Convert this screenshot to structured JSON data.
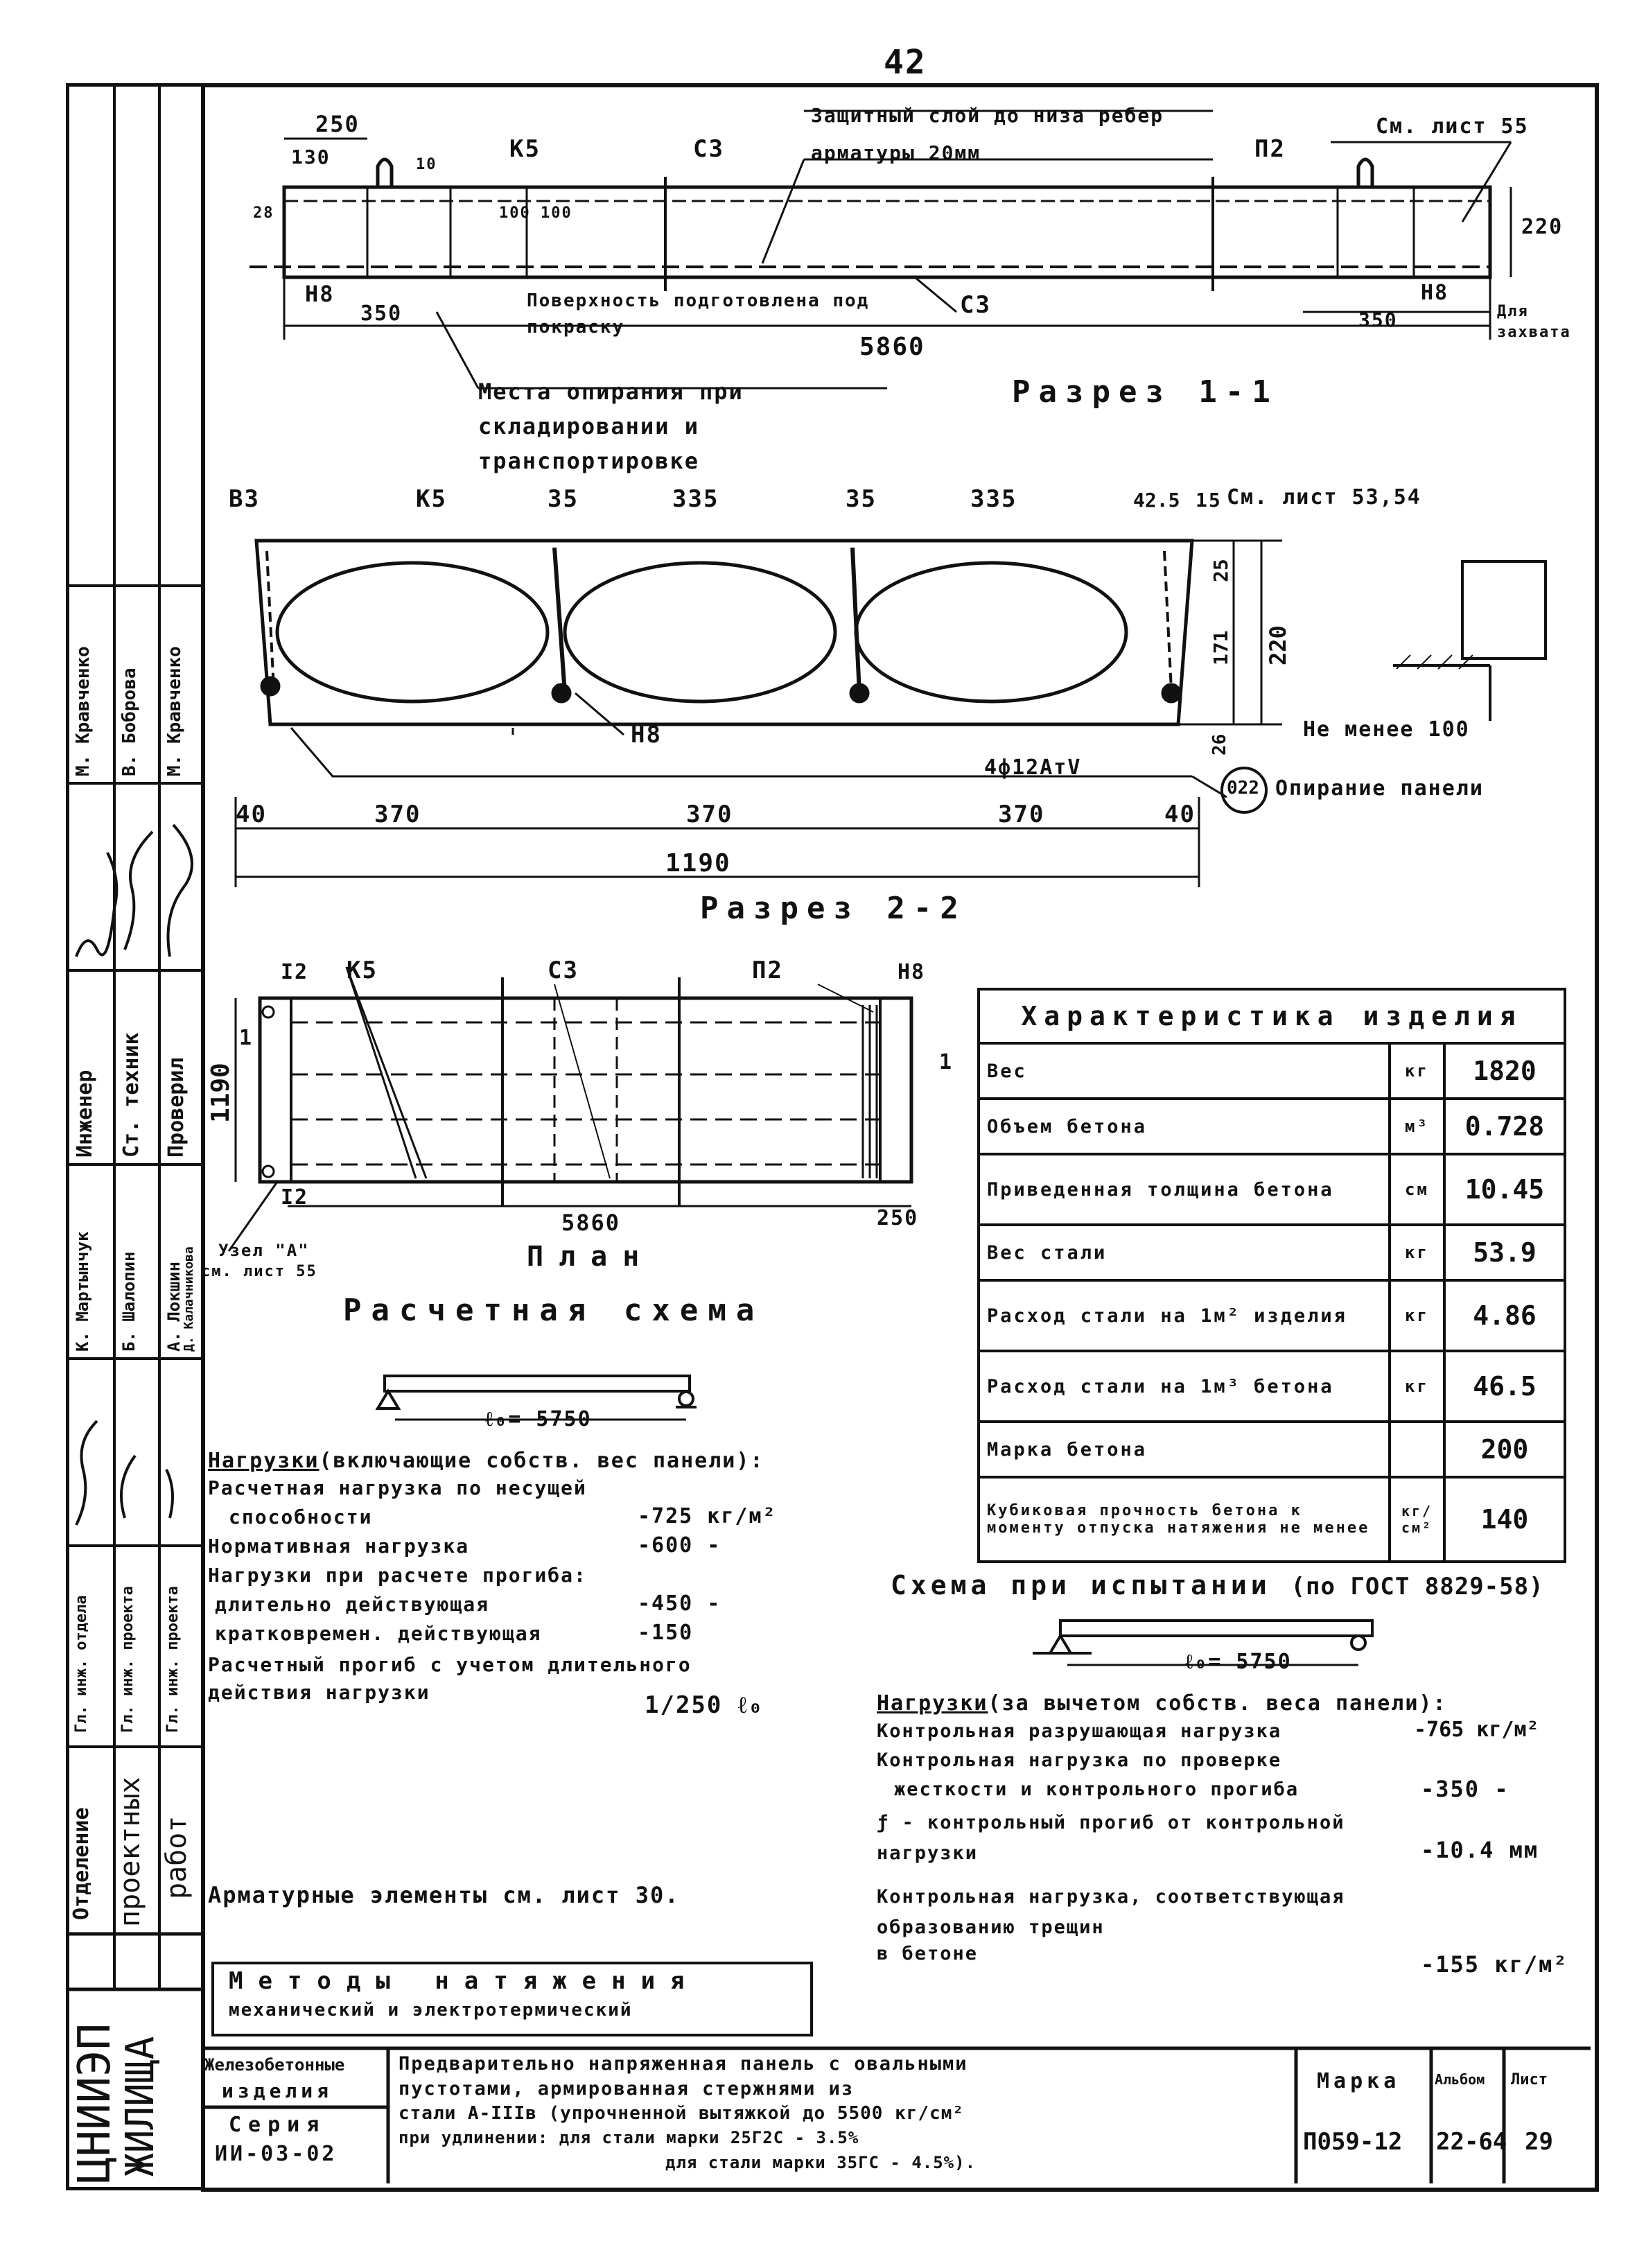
{
  "page_number": "42",
  "section1": {
    "title": "Разрез 1-1",
    "protective_layer": "Защитный слой до низа ребер арматуры 20мм",
    "see_sheet_55": "См. лист 55",
    "surface_note": "Поверхность подготовлена под покраску",
    "support_note": "Места опирания при складировании и транспортировке",
    "grip_note": "Для захвата",
    "labels": {
      "k5": "К5",
      "c3_top": "С3",
      "p2": "П2",
      "n8_left": "Н8",
      "n8_right": "Н8",
      "c3_bottom": "С3"
    },
    "dims": {
      "d250": "250",
      "d130": "130",
      "d10": "10",
      "d28": "28",
      "d100_1": "100",
      "d100_2": "100",
      "d350_left": "350",
      "d350_right": "350",
      "d5860": "5860",
      "d220": "220"
    }
  },
  "section2": {
    "title": "Разрез 2-2",
    "see_sheet": "См. лист 53,54",
    "labels": {
      "b3": "В3",
      "k5": "К5",
      "n8": "Н8",
      "rebar": "4ф12АтV",
      "circle": "022"
    },
    "dims": {
      "d35a": "35",
      "d335a": "335",
      "d35b": "35",
      "d335b": "335",
      "d42": "42.5",
      "d15": "15",
      "d40a": "40",
      "d370a": "370",
      "d370b": "370",
      "d370c": "370",
      "d40b": "40",
      "d1190": "1190",
      "d25": "25",
      "d171": "171",
      "d220": "220",
      "d26": "26"
    },
    "support_caption": "Опирание панели",
    "support_min": "Не менее 100"
  },
  "plan": {
    "title": "План",
    "labels": {
      "i2_top": "I2",
      "k5": "К5",
      "c3": "С3",
      "p2": "П2",
      "n8": "Н8",
      "i2_bottom": "I2",
      "i1_left": "1",
      "i1_right": "1"
    },
    "dims": {
      "d1190": "1190",
      "d5860": "5860",
      "d250": "250"
    },
    "node": "Узел \"А\"",
    "node_sheet": "см. лист 55"
  },
  "calc_scheme": {
    "title": "Расчетная схема",
    "span": "ℓ₀= 5750"
  },
  "loads": {
    "heading": "Нагрузки",
    "heading_note": "(включающие собств. вес панели):",
    "rows": [
      {
        "label": "Расчетная нагрузка по несущей",
        "value": ""
      },
      {
        "label": "способности",
        "value": "-725 кг/м²"
      },
      {
        "label": "Нормативная нагрузка",
        "value": "-600 -"
      },
      {
        "label": "Нагрузки при расчете прогиба:",
        "value": ""
      },
      {
        "label": "длительно действующая",
        "value": "-450 -"
      },
      {
        "label": "кратковремен. действующая",
        "value": "-150"
      },
      {
        "label": "Расчетный прогиб с учетом длительного действия нагрузки",
        "value": "1/250 ℓ₀"
      }
    ]
  },
  "reinforcement_note": "Арматурные элементы см. лист 30.",
  "methods": {
    "line1": "Методы натяжения",
    "line2": "механический и электротермический"
  },
  "characteristics": {
    "title": "Характеристика изделия",
    "rows": [
      {
        "label": "Вес",
        "unit": "кг",
        "value": "1820"
      },
      {
        "label": "Объем бетона",
        "unit": "м³",
        "value": "0.728"
      },
      {
        "label": "Приведенная толщина бетона",
        "unit": "см",
        "value": "10.45"
      },
      {
        "label": "Вес стали",
        "unit": "кг",
        "value": "53.9"
      },
      {
        "label": "Расход стали на 1м² изделия",
        "unit": "кг",
        "value": "4.86"
      },
      {
        "label": "Расход стали на 1м³ бетона",
        "unit": "кг",
        "value": "46.5"
      },
      {
        "label": "Марка бетона",
        "unit": "",
        "value": "200"
      },
      {
        "label": "Кубиковая прочность бетона к моменту отпуска натяжения не менее",
        "unit": "кг/см²",
        "value": "140"
      }
    ]
  },
  "test_scheme": {
    "title": "Схема при испытании",
    "gost": "(по ГОСТ 8829-58)",
    "span": "ℓ₀= 5750",
    "heading": "Нагрузки",
    "heading_note": "(за вычетом собств. веса панели):",
    "rows": [
      {
        "label": "Контрольная разрушающая нагрузка",
        "value": "-765 кг/м²"
      },
      {
        "label": "Контрольная нагрузка по проверке",
        "value": ""
      },
      {
        "label": "жесткости и контрольного прогиба",
        "value": "-350 -"
      },
      {
        "label": "ƒ - контрольный прогиб от контрольной нагрузки",
        "value": "-10.4 мм"
      },
      {
        "label": "Контрольная нагрузка, соответствующая образованию трещин",
        "value": ""
      },
      {
        "label": "в бетоне",
        "value": "-155 кг/м²"
      }
    ]
  },
  "title_block": {
    "org1": "ЦНИИЭП",
    "org2": "ЖИЛИЩА",
    "dept1": "Отделение",
    "dept2": "проектных",
    "dept3": "работ",
    "category1": "Железобетонные",
    "category2": "изделия",
    "series_label": "Серия",
    "series": "ИИ-03-02",
    "description_lines": [
      "Предварительно напряженная панель с овальными",
      "пустотами, армированная стержнями из",
      "стали А-IIIв (упрочненной вытяжкой до 5500 кг/см²",
      "при удлинении: для стали марки 25Г2С - 3.5%",
      "для стали марки 35ГС - 4.5%)."
    ],
    "mark_label": "Марка",
    "mark": "П059-12",
    "album_label": "Альбом",
    "album": "22-64",
    "sheet_label": "Лист",
    "sheet": "29"
  },
  "staff": {
    "roles": [
      "Гл. инж. отдела",
      "Гл. инж. проекта",
      "Гл. инж. проекта",
      "Инженер",
      "Ст. техник",
      "Проверил"
    ],
    "names": [
      "К. Мартынчук",
      "Б. Шалопин",
      "А. Локшин",
      "Д. Калачникова",
      "М. Кравченко",
      "В. Боброва",
      "М. Кравченко"
    ]
  }
}
